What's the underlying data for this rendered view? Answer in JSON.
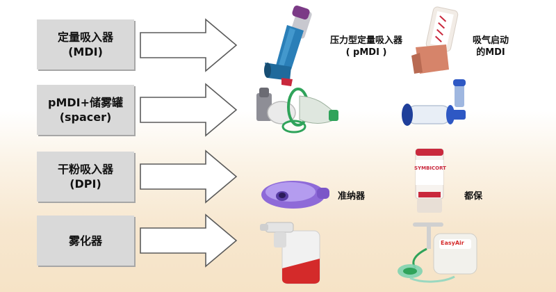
{
  "rows": [
    {
      "line1": "定量吸入器",
      "line2": "(MDI)"
    },
    {
      "line1": "pMDI+储雾罐",
      "line2": "(spacer)"
    },
    {
      "line1": "干粉吸入器",
      "line2": "(DPI)"
    },
    {
      "line1": "雾化器",
      "line2": ""
    }
  ],
  "captions": {
    "pmdi_1": "压力型定量吸入器",
    "pmdi_2": "( pMDI )",
    "breath_1": "吸气启动",
    "breath_2": "的MDI",
    "accuhaler": "准纳器",
    "turbuhaler": "都保"
  },
  "device_labels": {
    "turbuhaler_brand": "SYMBICORT",
    "nebulizer_brand": "EasyAir"
  },
  "colors": {
    "label_bg": "#d9d9d9",
    "arrow_stroke": "#5a5a5a",
    "mdi_blue": "#2a7fb8",
    "mdi_cap_purple": "#7b3a86",
    "spacer_green": "#2fa35a",
    "dpi_purple": "#8e6ad8",
    "turbuhaler_red": "#c9283c",
    "nebulizer_red": "#d42a2a"
  }
}
